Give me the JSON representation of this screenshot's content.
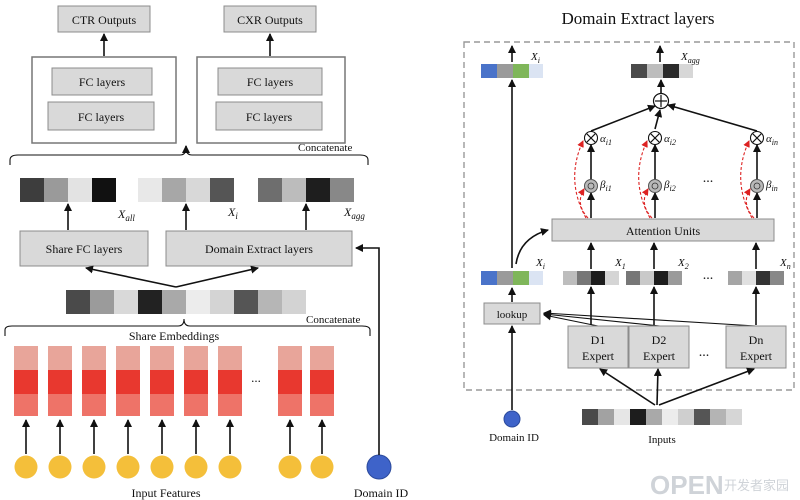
{
  "left": {
    "ctr_outputs": "CTR Outputs",
    "cxr_outputs": "CXR Outputs",
    "fc_layers": "FC layers",
    "concatenate_top": "Concatenate",
    "x_all": "X",
    "x_all_sub": "all",
    "x_i": "X",
    "x_i_sub": "i",
    "x_agg": "X",
    "x_agg_sub": "agg",
    "share_fc_layers": "Share FC layers",
    "domain_extract_layers": "Domain Extract layers",
    "concatenate_mid": "Concatenate",
    "share_embeddings": "Share Embeddings",
    "ellipsis": "...",
    "input_features": "Input Features",
    "domain_id": "Domain ID"
  },
  "right": {
    "title": "Domain Extract layers",
    "x_i": "X",
    "x_i_sub": "i",
    "x_agg": "X",
    "x_agg_sub": "agg",
    "alphas": [
      {
        "sym": "α",
        "sub": "i1"
      },
      {
        "sym": "α",
        "sub": "i2"
      },
      {
        "sym": "α",
        "sub": "in"
      }
    ],
    "betas": [
      {
        "sym": "β",
        "sub": "i1"
      },
      {
        "sym": "β",
        "sub": "i2"
      },
      {
        "sym": "β",
        "sub": "in"
      }
    ],
    "attention_units": "Attention Units",
    "xs": [
      {
        "sym": "X",
        "sub": "1"
      },
      {
        "sym": "X",
        "sub": "2"
      },
      {
        "sym": "X",
        "sub": "n"
      }
    ],
    "lookup": "lookup",
    "experts": [
      {
        "line1": "D1",
        "line2": "Expert"
      },
      {
        "line1": "D2",
        "line2": "Expert"
      },
      {
        "line1": "Dn",
        "line2": "Expert"
      }
    ],
    "ellipsis": "...",
    "domain_id": "Domain ID",
    "inputs": "Inputs"
  },
  "watermark": {
    "latin": "OPEN",
    "cjk": "开发者家园"
  },
  "colors": {
    "box_fill": "#d9d9d9",
    "embed_light": "#e8a59a",
    "embed_mid": "#e8382f",
    "embed_low": "#ee7368",
    "input_circle": "#f4bf3a",
    "domain_circle": "#3e63c9",
    "alpha_node_fill": "#ffffff",
    "beta_node_fill": "#b9b9b9",
    "red_dash": "#dd2222",
    "blue_cell": "#4a73c9",
    "green_cell": "#7fb65a"
  },
  "icons": {
    "multiply": "circle-times-icon",
    "plus": "circle-plus-icon"
  }
}
